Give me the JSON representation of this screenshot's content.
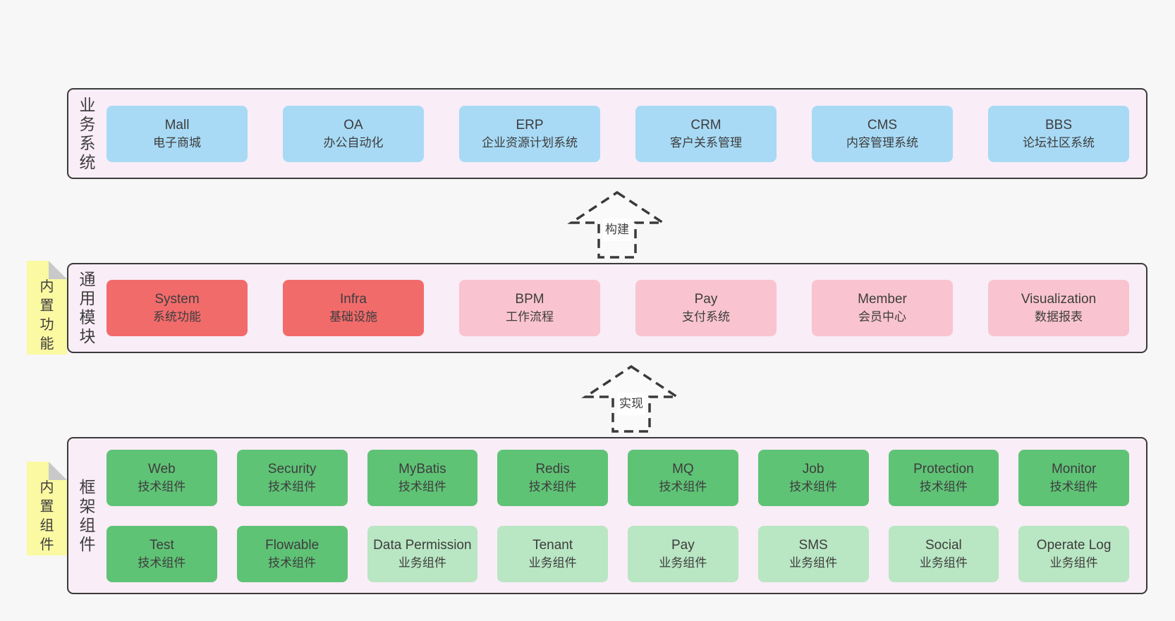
{
  "diagram_title": "",
  "colors": {
    "bg": "#f7f7f7",
    "band-bg": "#f9edf7",
    "border": "#3a3a3a",
    "text": "#3d3d3d",
    "blue": "#a8daf5",
    "red": "#f26b6b",
    "pink": "#f9c4cf",
    "green": "#5fc376",
    "lightgreen": "#b9e6c3",
    "yellow": "#fbf9a1",
    "fold": "#c9c9c9",
    "arrow-fill": "#fafafa"
  },
  "bands": [
    {
      "id": "business-systems",
      "label": "业务系统",
      "boxes": [
        {
          "name": "Mall",
          "subtitle": "电子商城",
          "variant": "blue"
        },
        {
          "name": "OA",
          "subtitle": "办公自动化",
          "variant": "blue"
        },
        {
          "name": "ERP",
          "subtitle": "企业资源计划系统",
          "variant": "blue"
        },
        {
          "name": "CRM",
          "subtitle": "客户关系管理",
          "variant": "blue"
        },
        {
          "name": "CMS",
          "subtitle": "内容管理系统",
          "variant": "blue"
        },
        {
          "name": "BBS",
          "subtitle": "论坛社区系统",
          "variant": "blue"
        }
      ]
    },
    {
      "id": "common-modules",
      "label": "通用模块",
      "note": "内置功能",
      "boxes": [
        {
          "name": "System",
          "subtitle": "系统功能",
          "variant": "red"
        },
        {
          "name": "Infra",
          "subtitle": "基础设施",
          "variant": "red"
        },
        {
          "name": "BPM",
          "subtitle": "工作流程",
          "variant": "pink"
        },
        {
          "name": "Pay",
          "subtitle": "支付系统",
          "variant": "pink"
        },
        {
          "name": "Member",
          "subtitle": "会员中心",
          "variant": "pink"
        },
        {
          "name": "Visualization",
          "subtitle": "数据报表",
          "variant": "pink"
        }
      ]
    },
    {
      "id": "framework-components",
      "label": "框架组件",
      "note": "内置组件",
      "rows": [
        [
          {
            "name": "Web",
            "subtitle": "技术组件",
            "variant": "green"
          },
          {
            "name": "Security",
            "subtitle": "技术组件",
            "variant": "green"
          },
          {
            "name": "MyBatis",
            "subtitle": "技术组件",
            "variant": "green"
          },
          {
            "name": "Redis",
            "subtitle": "技术组件",
            "variant": "green"
          },
          {
            "name": "MQ",
            "subtitle": "技术组件",
            "variant": "green"
          },
          {
            "name": "Job",
            "subtitle": "技术组件",
            "variant": "green"
          },
          {
            "name": "Protection",
            "subtitle": "技术组件",
            "variant": "green"
          },
          {
            "name": "Monitor",
            "subtitle": "技术组件",
            "variant": "green"
          }
        ],
        [
          {
            "name": "Test",
            "subtitle": "技术组件",
            "variant": "green"
          },
          {
            "name": "Flowable",
            "subtitle": "技术组件",
            "variant": "green"
          },
          {
            "name": "Data Permission",
            "subtitle": "业务组件",
            "variant": "lightgreen"
          },
          {
            "name": "Tenant",
            "subtitle": "业务组件",
            "variant": "lightgreen"
          },
          {
            "name": "Pay",
            "subtitle": "业务组件",
            "variant": "lightgreen"
          },
          {
            "name": "SMS",
            "subtitle": "业务组件",
            "variant": "lightgreen"
          },
          {
            "name": "Social",
            "subtitle": "业务组件",
            "variant": "lightgreen"
          },
          {
            "name": "Operate Log",
            "subtitle": "业务组件",
            "variant": "lightgreen"
          }
        ]
      ]
    }
  ],
  "arrows": [
    {
      "label": "构建"
    },
    {
      "label": "实现"
    }
  ]
}
